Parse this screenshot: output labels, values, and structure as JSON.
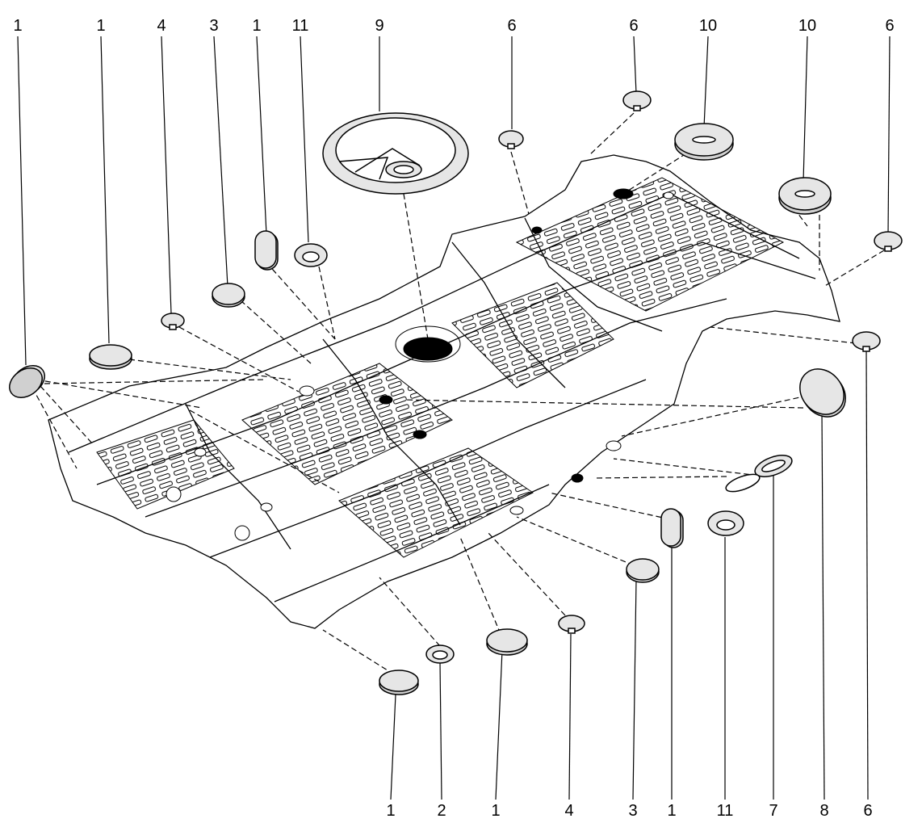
{
  "diagram": {
    "callouts_top": [
      "1",
      "1",
      "4",
      "3",
      "1",
      "11",
      "9",
      "6",
      "6",
      "10",
      "10",
      "6"
    ],
    "callouts_bottom": [
      "1",
      "2",
      "1",
      "4",
      "3",
      "1",
      "11",
      "7",
      "8",
      "6"
    ],
    "watermark": "",
    "colors": {
      "line": "#000000",
      "part_fill": "#e6e6e6",
      "floor_fill": "#ffffff",
      "background": "#ffffff"
    }
  }
}
